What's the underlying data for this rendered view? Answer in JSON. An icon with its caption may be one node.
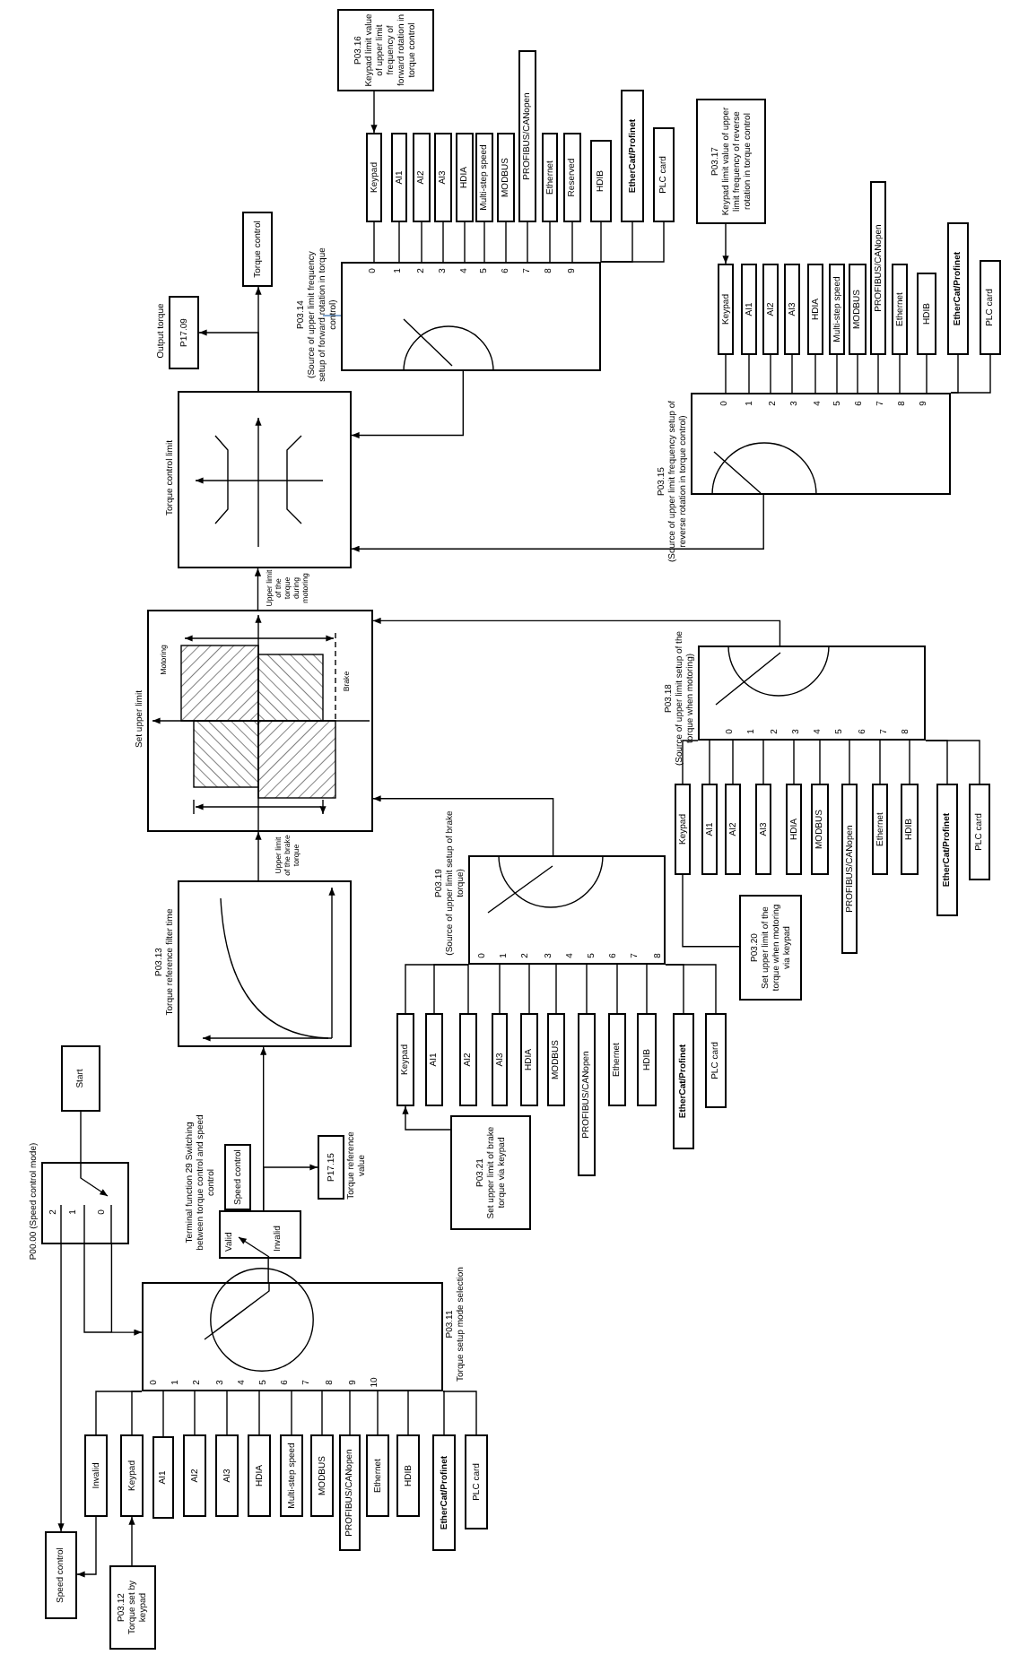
{
  "diagram": {
    "nodes": [
      {
        "text": [
          "P03.16",
          "Keypad limit value of upper limit frequency of forward rotation in torque control"
        ]
      },
      {
        "text": [
          "Keypad"
        ]
      },
      {
        "text": [
          "AI1"
        ]
      },
      {
        "text": [
          "AI2"
        ]
      },
      {
        "text": [
          "AI3"
        ]
      },
      {
        "text": [
          "HDIA"
        ]
      },
      {
        "text": [
          "Multi-step speed"
        ]
      },
      {
        "text": [
          "MODBUS"
        ]
      },
      {
        "text": [
          "PROFIBUS/CANopen"
        ]
      },
      {
        "text": [
          "Ethernet"
        ]
      },
      {
        "text": [
          "Reserved"
        ]
      },
      {
        "text": [
          "HDIB"
        ]
      },
      {
        "text": [
          "EtherCat/Profinet"
        ]
      },
      {
        "text": [
          "PLC card"
        ]
      },
      {
        "text": [
          "P03.14",
          "(Source of upper limit frequency setup of forward rotation in torque control)"
        ]
      },
      {
        "text": [
          "Torque control"
        ]
      },
      {
        "text": [
          "P17.09"
        ],
        "beside": [
          "Output torque"
        ]
      },
      {
        "text": [
          "Torque control limit"
        ]
      },
      {
        "text": [
          "P03.17",
          "Keypad limit value of upper limit frequency of reverse rotation in torque control"
        ]
      },
      {
        "text": [
          "Keypad"
        ]
      },
      {
        "text": [
          "AI1"
        ]
      },
      {
        "text": [
          "AI2"
        ]
      },
      {
        "text": [
          "AI3"
        ]
      },
      {
        "text": [
          "HDIA"
        ]
      },
      {
        "text": [
          "Multi-step speed"
        ]
      },
      {
        "text": [
          "MODBUS"
        ]
      },
      {
        "text": [
          "PROFIBUS/CANopen"
        ]
      },
      {
        "text": [
          "Ethernet"
        ]
      },
      {
        "text": [
          "HDIB"
        ]
      },
      {
        "text": [
          "EtherCat/Profinet"
        ]
      },
      {
        "text": [
          "PLC card"
        ]
      },
      {
        "text": [
          "P03.15",
          "(Source of upper limit frequency setup of reverse rotation in torque control)"
        ]
      },
      {
        "text": [
          "Set upper limit"
        ]
      },
      {
        "text": [
          "P03.18",
          "(Source of upper limit setup of the torque when motoring)"
        ]
      },
      {
        "text": [
          "Keypad"
        ]
      },
      {
        "text": [
          "AI1"
        ]
      },
      {
        "text": [
          "AI2"
        ]
      },
      {
        "text": [
          "AI3"
        ]
      },
      {
        "text": [
          "HDIA"
        ]
      },
      {
        "text": [
          "MODBUS"
        ]
      },
      {
        "text": [
          "PROFIBUS/CANopen"
        ]
      },
      {
        "text": [
          "Ethernet"
        ]
      },
      {
        "text": [
          "HDIB"
        ]
      },
      {
        "text": [
          "EtherCat/Profinet"
        ]
      },
      {
        "text": [
          "PLC card"
        ]
      },
      {
        "text": [
          "P03.20",
          "Set upper limit of the torque when motoring via keypad"
        ]
      },
      {
        "text": [
          "P03.13",
          "Torque reference filter time"
        ]
      },
      {
        "text": [
          "P03.19",
          "(Source of upper limit setup of brake torque)"
        ]
      },
      {
        "text": [
          "Keypad"
        ]
      },
      {
        "text": [
          "AI1"
        ]
      },
      {
        "text": [
          "AI2"
        ]
      },
      {
        "text": [
          "AI3"
        ]
      },
      {
        "text": [
          "HDIA"
        ]
      },
      {
        "text": [
          "MODBUS"
        ]
      },
      {
        "text": [
          "PROFIBUS/CANopen"
        ]
      },
      {
        "text": [
          "Ethernet"
        ]
      },
      {
        "text": [
          "HDIB"
        ]
      },
      {
        "text": [
          "EtherCat/Profinet"
        ]
      },
      {
        "text": [
          "PLC card"
        ]
      },
      {
        "text": [
          "P03.21",
          "Set upper limit of brake torque via keypad"
        ]
      },
      {
        "text": [
          "Start"
        ]
      },
      {
        "text": [
          "P00.00 (Speed control mode)"
        ]
      },
      {
        "text": [
          "Speed control"
        ]
      },
      {
        "text": [
          "P17.15"
        ],
        "beside": [
          "Torque reference value"
        ]
      },
      {
        "text": [
          "Valid",
          "Invalid"
        ],
        "beside": [
          "Terminal function 29 Switching between torque control and speed control"
        ]
      },
      {
        "text": [
          "P03.11",
          "Torque setup mode selection"
        ]
      },
      {
        "text": [
          "Invalid"
        ]
      },
      {
        "text": [
          "Keypad"
        ]
      },
      {
        "text": [
          "AI1"
        ]
      },
      {
        "text": [
          "AI2"
        ]
      },
      {
        "text": [
          "AI3"
        ]
      },
      {
        "text": [
          "HDIA"
        ]
      },
      {
        "text": [
          "Multi-step speed"
        ]
      },
      {
        "text": [
          "MODBUS"
        ]
      },
      {
        "text": [
          "PROFIBUS/CANopen"
        ]
      },
      {
        "text": [
          "Ethernet"
        ]
      },
      {
        "text": [
          "HDIB"
        ]
      },
      {
        "text": [
          "EtherCat/Profinet"
        ]
      },
      {
        "text": [
          "PLC card"
        ]
      },
      {
        "text": [
          "Speed control"
        ]
      },
      {
        "text": [
          "P03.12",
          "Torque set by keypad"
        ]
      }
    ],
    "edges": [
      {
        "from": 0,
        "to": 1,
        "arrow": "to"
      },
      {
        "from": 1,
        "to": 14,
        "arrow": "none"
      },
      {
        "from": 2,
        "to": 14,
        "arrow": "none"
      },
      {
        "from": 3,
        "to": 14,
        "arrow": "none"
      },
      {
        "from": 4,
        "to": 14,
        "arrow": "none"
      },
      {
        "from": 5,
        "to": 14,
        "arrow": "none"
      },
      {
        "from": 6,
        "to": 14,
        "arrow": "none"
      },
      {
        "from": 7,
        "to": 14,
        "arrow": "none"
      },
      {
        "from": 8,
        "to": 14,
        "arrow": "none"
      },
      {
        "from": 9,
        "to": 14,
        "arrow": "none"
      },
      {
        "from": 10,
        "to": 14,
        "arrow": "none"
      },
      {
        "from": 11,
        "to": 14,
        "arrow": "none"
      },
      {
        "from": 12,
        "to": 14,
        "arrow": "none"
      },
      {
        "from": 13,
        "to": 14,
        "arrow": "none"
      },
      {
        "from": 18,
        "to": 19,
        "arrow": "to"
      },
      {
        "from": 19,
        "to": 31,
        "arrow": "none"
      },
      {
        "from": 20,
        "to": 31,
        "arrow": "none"
      },
      {
        "from": 21,
        "to": 31,
        "arrow": "none"
      },
      {
        "from": 22,
        "to": 31,
        "arrow": "none"
      },
      {
        "from": 23,
        "to": 31,
        "arrow": "none"
      },
      {
        "from": 24,
        "to": 31,
        "arrow": "none"
      },
      {
        "from": 25,
        "to": 31,
        "arrow": "none"
      },
      {
        "from": 26,
        "to": 31,
        "arrow": "none"
      },
      {
        "from": 27,
        "to": 31,
        "arrow": "none"
      },
      {
        "from": 28,
        "to": 31,
        "arrow": "none"
      },
      {
        "from": 29,
        "to": 31,
        "arrow": "none"
      },
      {
        "from": 30,
        "to": 31,
        "arrow": "none"
      },
      {
        "from": 14,
        "to": 17,
        "arrow": "to"
      },
      {
        "from": 31,
        "to": 17,
        "arrow": "to"
      },
      {
        "from": 17,
        "to": 15,
        "arrow": "to"
      },
      {
        "from": 17,
        "to": 16,
        "arrow": "to"
      },
      {
        "from": 32,
        "to": 17,
        "arrow": "to"
      },
      {
        "from": 33,
        "to": 32,
        "arrow": "to"
      },
      {
        "from": 34,
        "to": 33,
        "arrow": "none"
      },
      {
        "from": 35,
        "to": 33,
        "arrow": "none"
      },
      {
        "from": 36,
        "to": 33,
        "arrow": "none"
      },
      {
        "from": 37,
        "to": 33,
        "arrow": "none"
      },
      {
        "from": 38,
        "to": 33,
        "arrow": "none"
      },
      {
        "from": 39,
        "to": 33,
        "arrow": "none"
      },
      {
        "from": 40,
        "to": 33,
        "arrow": "none"
      },
      {
        "from": 41,
        "to": 33,
        "arrow": "none"
      },
      {
        "from": 42,
        "to": 33,
        "arrow": "none"
      },
      {
        "from": 43,
        "to": 33,
        "arrow": "none"
      },
      {
        "from": 44,
        "to": 33,
        "arrow": "none"
      },
      {
        "from": 34,
        "to": 45,
        "arrow": "none"
      },
      {
        "from": 47,
        "to": 32,
        "arrow": "to"
      },
      {
        "from": 48,
        "to": 47,
        "arrow": "none"
      },
      {
        "from": 49,
        "to": 47,
        "arrow": "none"
      },
      {
        "from": 50,
        "to": 47,
        "arrow": "none"
      },
      {
        "from": 51,
        "to": 47,
        "arrow": "none"
      },
      {
        "from": 52,
        "to": 47,
        "arrow": "none"
      },
      {
        "from": 53,
        "to": 47,
        "arrow": "none"
      },
      {
        "from": 54,
        "to": 47,
        "arrow": "none"
      },
      {
        "from": 55,
        "to": 47,
        "arrow": "none"
      },
      {
        "from": 56,
        "to": 47,
        "arrow": "none"
      },
      {
        "from": 57,
        "to": 47,
        "arrow": "none"
      },
      {
        "from": 58,
        "to": 47,
        "arrow": "none"
      },
      {
        "from": 59,
        "to": 48,
        "arrow": "to"
      },
      {
        "from": 46,
        "to": 32,
        "arrow": "to"
      },
      {
        "from": 64,
        "to": 46,
        "arrow": "to"
      },
      {
        "from": 64,
        "to": 63,
        "arrow": "to"
      },
      {
        "from": 60,
        "to": 61,
        "arrow": "none"
      },
      {
        "from": 61,
        "to": 79,
        "arrow": "to"
      },
      {
        "from": 61,
        "to": 65,
        "arrow": "to"
      },
      {
        "from": 65,
        "to": 64,
        "arrow": "none"
      },
      {
        "from": 66,
        "to": 65,
        "arrow": "none"
      },
      {
        "from": 67,
        "to": 65,
        "arrow": "none"
      },
      {
        "from": 68,
        "to": 65,
        "arrow": "none"
      },
      {
        "from": 69,
        "to": 65,
        "arrow": "none"
      },
      {
        "from": 70,
        "to": 65,
        "arrow": "none"
      },
      {
        "from": 71,
        "to": 65,
        "arrow": "none"
      },
      {
        "from": 72,
        "to": 65,
        "arrow": "none"
      },
      {
        "from": 73,
        "to": 65,
        "arrow": "none"
      },
      {
        "from": 74,
        "to": 65,
        "arrow": "none"
      },
      {
        "from": 75,
        "to": 65,
        "arrow": "none"
      },
      {
        "from": 76,
        "to": 65,
        "arrow": "none"
      },
      {
        "from": 77,
        "to": 65,
        "arrow": "none"
      },
      {
        "from": 78,
        "to": 65,
        "arrow": "none"
      },
      {
        "from": 66,
        "to": 79,
        "arrow": "to"
      },
      {
        "from": 80,
        "to": 67,
        "arrow": "to"
      }
    ],
    "labels": [
      "0",
      "1",
      "2",
      "3",
      "4",
      "5",
      "6",
      "7",
      "8",
      "9",
      "0",
      "1",
      "2",
      "3",
      "4",
      "5",
      "6",
      "7",
      "8",
      "9",
      "0",
      "1",
      "2",
      "3",
      "4",
      "5",
      "6",
      "7",
      "8",
      "0",
      "1",
      "2",
      "3",
      "4",
      "5",
      "6",
      "7",
      "8",
      "0",
      "1",
      "2",
      "3",
      "4",
      "5",
      "6",
      "7",
      "8",
      "9",
      "10",
      "2",
      "1",
      "0",
      "Upper limit of the torque during motoring",
      "Motoring",
      "Brake",
      "Upper limit of the brake torque"
    ]
  }
}
